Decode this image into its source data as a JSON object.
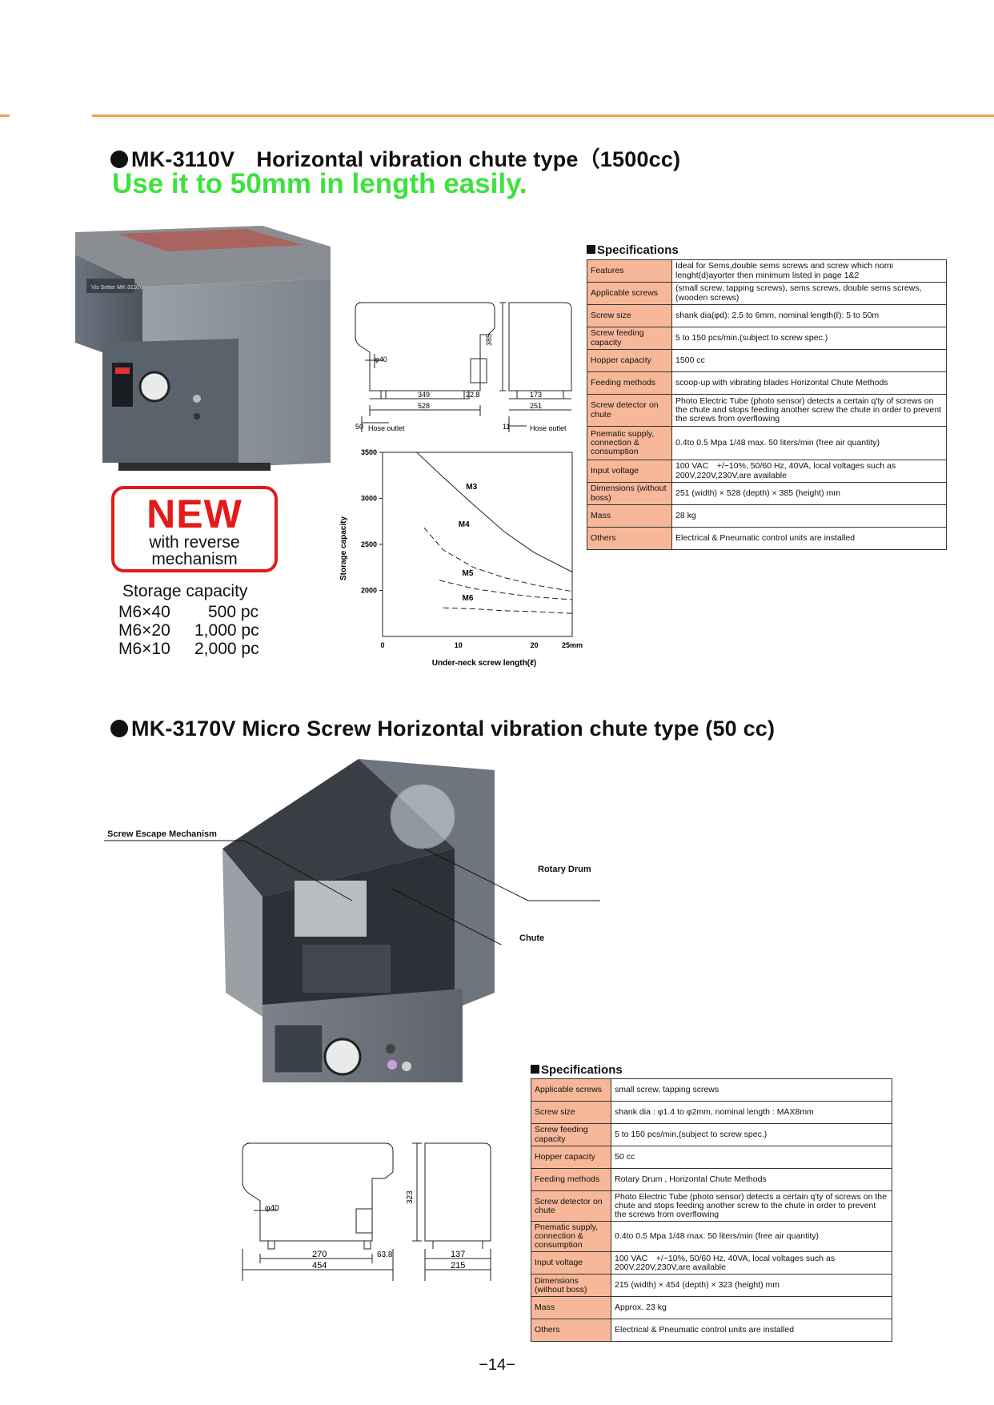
{
  "section1": {
    "title": "MK-3110V　Horizontal vibration chute type（1500cc)",
    "headline": "Use it to 50mm in length easily.",
    "spec_heading": "Specifications",
    "specs": [
      {
        "label": "Features",
        "value": "Ideal for Sems,double sems screws and screw which nomi lenght(d)ayorter then minimum listed in page 1&2"
      },
      {
        "label": "Applicable screws",
        "value": "(small screw, tapping screws), sems screws, double sems screws, (wooden screws)"
      },
      {
        "label": "Screw size",
        "value": "shank dia(φd): 2.5 to 6mm, nominal length(ℓ): 5 to 50m"
      },
      {
        "label": "Screw feeding capacity",
        "value": "5 to 150 pcs/min.(subject to screw spec.)"
      },
      {
        "label": "Hopper capacity",
        "value": "1500 cc"
      },
      {
        "label": "Feeding methods",
        "value": "scoop-up with vibrating blades Horizontal Chute Methods"
      },
      {
        "label": "Screw detector on chute",
        "value": "Photo Electric Tube (photo sensor) detects a certain q'ty of screws on the chute and stops feeding another screw the chute in order to prevent the screws from overflowing"
      },
      {
        "label": "Pnematic supply, connection & consumption",
        "value": "0.4to 0.5 Mpa 1/48 max. 50 liters/min (free air quantity)"
      },
      {
        "label": "Input voltage",
        "value": "100 VAC　+/−10%, 50/60 Hz, 40VA, local voltages such as 200V,220V,230V,are available"
      },
      {
        "label": "Dimensions (without boss)",
        "value": "251 (width) × 528 (depth) × 385 (height) mm"
      },
      {
        "label": "Mass",
        "value": "28 kg"
      },
      {
        "label": "Others",
        "value": "Electrical & Pneumatic control units are installed"
      }
    ],
    "badge": {
      "big": "NEW",
      "line1": "with reverse",
      "line2": "mechanism"
    },
    "storage_title": "Storage capacity",
    "storage_rows": [
      {
        "size": "M6×40",
        "qty": "500 pc"
      },
      {
        "size": "M6×20",
        "qty": "1,000 pc"
      },
      {
        "size": "M6×10",
        "qty": "2,000 pc"
      }
    ],
    "drawing": {
      "phi": "φ40",
      "d349": "349",
      "d528": "528",
      "d22": "22.8",
      "d173": "173",
      "d251": "251",
      "d385": "385",
      "d50": "50",
      "d11": "11",
      "hose1": "Hose outlet",
      "hose2": "Hose outlet",
      "machine_label": "Vis Setter MK-3110V"
    }
  },
  "chart_data": {
    "type": "line",
    "title": "",
    "xlabel": "Under-neck screw length(ℓ)",
    "ylabel": "Storage capacity",
    "xlim": [
      0,
      25
    ],
    "ylim": [
      1500,
      3500
    ],
    "x_ticks": [
      "0",
      "10",
      "20",
      "25mm"
    ],
    "y_ticks": [
      "3500",
      "3000",
      "2500",
      "2000"
    ],
    "series": [
      {
        "name": "M3",
        "style": "solid",
        "points": [
          [
            4.5,
            3500
          ],
          [
            8,
            3230
          ],
          [
            12,
            2930
          ],
          [
            16,
            2640
          ],
          [
            20,
            2410
          ],
          [
            25,
            2200
          ]
        ]
      },
      {
        "name": "M4",
        "style": "dashed",
        "points": [
          [
            5.5,
            2680
          ],
          [
            8,
            2440
          ],
          [
            12,
            2250
          ],
          [
            16,
            2140
          ],
          [
            20,
            2060
          ],
          [
            25,
            1990
          ]
        ]
      },
      {
        "name": "M5",
        "style": "dashed",
        "points": [
          [
            7.5,
            2110
          ],
          [
            12,
            2020
          ],
          [
            16,
            1970
          ],
          [
            20,
            1930
          ],
          [
            25,
            1900
          ]
        ]
      },
      {
        "name": "M6",
        "style": "dashed",
        "points": [
          [
            8,
            1810
          ],
          [
            12,
            1800
          ],
          [
            16,
            1780
          ],
          [
            20,
            1770
          ],
          [
            25,
            1750
          ]
        ]
      }
    ]
  },
  "section2": {
    "title": "MK-3170V Micro Screw Horizontal vibration chute type (50 cc)",
    "callouts": {
      "escape": "Screw Escape Mechanism",
      "drum": "Rotary Drum",
      "chute": "Chute"
    },
    "spec_heading": "Specifications",
    "specs": [
      {
        "label": "Applicable screws",
        "value": "small screw, tapping screws"
      },
      {
        "label": "Screw size",
        "value": "shank dia : φ1.4 to φ2mm, nominal length : MAX8mm"
      },
      {
        "label": "Screw feeding capacity",
        "value": "5 to 150 pcs/min.(subject to screw spec.)"
      },
      {
        "label": "Hopper capacity",
        "value": "50 cc"
      },
      {
        "label": "Feeding methods",
        "value": "Rotary Drum , Horizontal Chute Methods"
      },
      {
        "label": "Screw detector on chute",
        "value": "Photo Electric Tube (photo sensor) detects a certain q'ty of screws on the chute and stops feeding another screw to the chute in order to prevent the screws from overflowing"
      },
      {
        "label": "Pnematic supply, connection & consumption",
        "value": "0.4to 0.5 Mpa 1/48 max. 50 liters/min (free air quantity)"
      },
      {
        "label": "Input voltage",
        "value": "100 VAC　+/−10%, 50/60 Hz, 40VA, local voltages such as 200V,220V,230V,are available"
      },
      {
        "label": "Dimensions (without boss)",
        "value": "215 (width) × 454 (depth) × 323 (height) mm"
      },
      {
        "label": "Mass",
        "value": "Approx. 23 kg"
      },
      {
        "label": "Others",
        "value": "Electrical & Pneumatic control units are installed"
      }
    ],
    "drawing": {
      "phi": "φ40",
      "d270": "270",
      "d454": "454",
      "d63": "63.8",
      "d137": "137",
      "d215": "215",
      "d323": "323"
    }
  },
  "page_number": "−14−",
  "colors": {
    "accent_orange": "#f0a050",
    "headline_green": "#3ee23e",
    "spec_label_bg": "#f7b89a",
    "badge_red": "#e61919"
  }
}
